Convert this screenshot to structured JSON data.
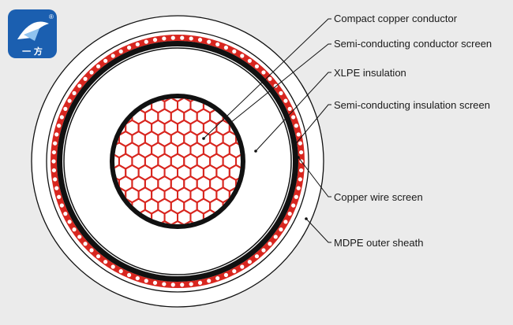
{
  "logo": {
    "text": "一 方",
    "registered": "®",
    "bg_color": "#1b5fb0"
  },
  "diagram": {
    "colors": {
      "background": "#ebebeb",
      "sheath": "#ffffff",
      "outline": "#111111",
      "conductor_fill": "#ffffff",
      "hex_stroke": "#d8261f",
      "semicon": "#111111",
      "copper_band": "#d8261f",
      "copper_wire": "#ffffff"
    },
    "callouts": [
      {
        "key": "compact-copper-conductor",
        "label": "Compact copper conductor"
      },
      {
        "key": "semi-conducting-conductor-screen",
        "label": "Semi-conducting conductor screen"
      },
      {
        "key": "xlpe-insulation",
        "label": "XLPE insulation"
      },
      {
        "key": "semi-conducting-insulation-screen",
        "label": "Semi-conducting insulation screen"
      },
      {
        "key": "copper-wire-screen",
        "label": "Copper wire screen"
      },
      {
        "key": "mdpe-outer-sheath",
        "label": "MDPE outer sheath"
      }
    ]
  }
}
